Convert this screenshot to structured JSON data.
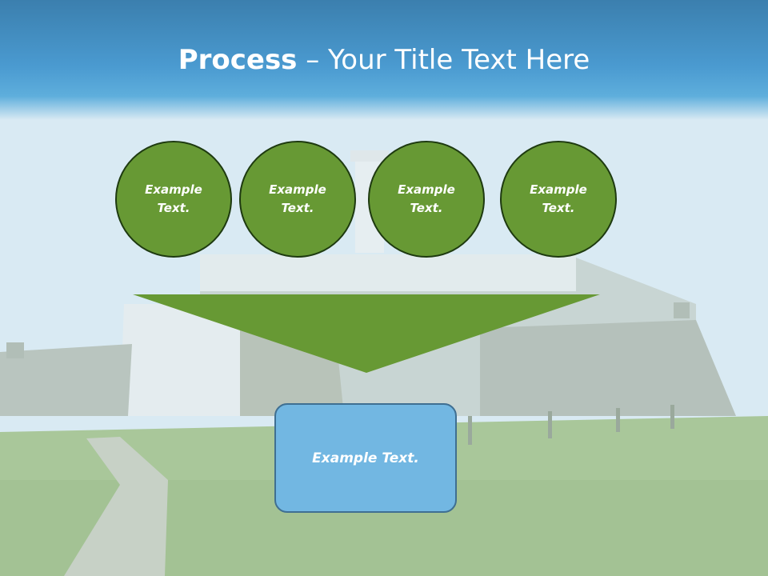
{
  "title": {
    "bold": "Process",
    "rest": " – Your Title Text Here"
  },
  "steps": [
    {
      "label": "Example Text."
    },
    {
      "label": "Example Text."
    },
    {
      "label": "Example Text."
    },
    {
      "label": "Example Text."
    }
  ],
  "result": {
    "label": "Example Text."
  },
  "colors": {
    "header": "#4a9ad0",
    "circle_fill": "#679934",
    "circle_border": "#1e3a10",
    "funnel": "#679934",
    "box_fill": "#72b7e2",
    "box_border": "#3f6f92"
  }
}
